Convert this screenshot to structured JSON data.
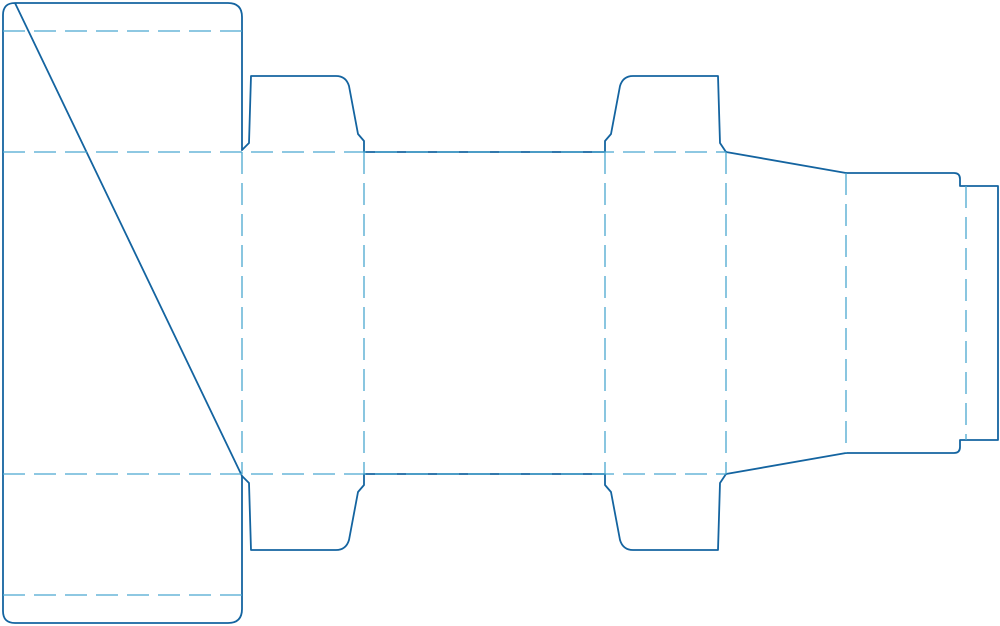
{
  "diagram": {
    "kind": "box-dieline",
    "colors": {
      "background": "#ffffff",
      "cut_line": "#1464a0",
      "fold_line": "#4aa8d0"
    },
    "line_styles": {
      "cut": "solid",
      "fold": "dashed"
    },
    "labels": []
  }
}
